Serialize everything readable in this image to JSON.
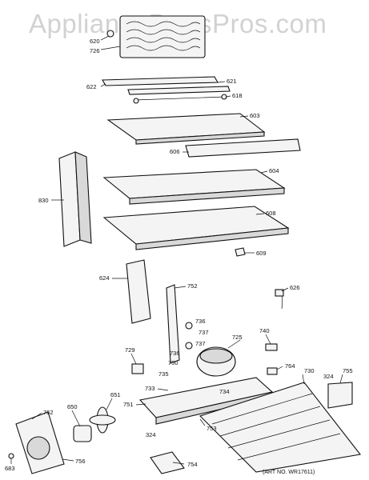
{
  "watermark": "AppliancePartsPros.com",
  "art_number": "(ART NO. WR17611)",
  "callouts": {
    "c620": "620",
    "c726": "726",
    "c622": "622",
    "c621": "621",
    "c618": "618",
    "c603": "603",
    "c606": "606",
    "c604": "604",
    "c830": "830",
    "c608": "608",
    "c609": "609",
    "c624": "624",
    "c752": "752",
    "c626": "626",
    "c736a": "736",
    "c737a": "737",
    "c725": "725",
    "c740": "740",
    "c729": "729",
    "c736b": "736",
    "c737b": "737",
    "c750": "750",
    "c764": "764",
    "c730": "730",
    "c755": "755",
    "c735": "735",
    "c324a": "324",
    "c733": "733",
    "c734": "734",
    "c651": "651",
    "c751": "751",
    "c762": "762",
    "c650": "650",
    "c753": "753",
    "c324b": "324",
    "c754": "754",
    "c756": "756",
    "c683": "683"
  }
}
